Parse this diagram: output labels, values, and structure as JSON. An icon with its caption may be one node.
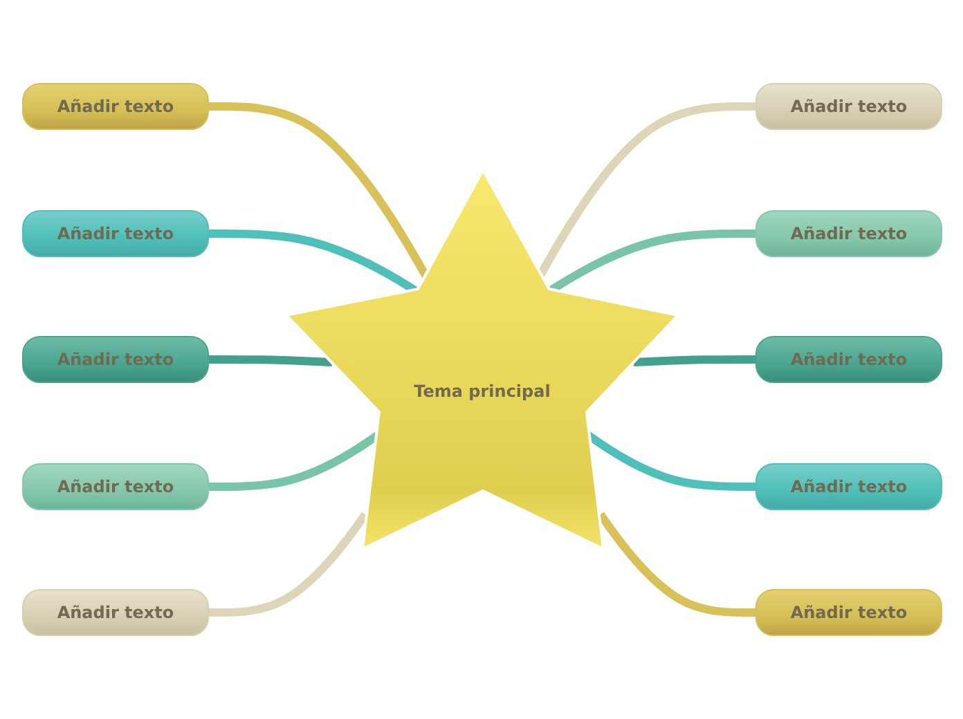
{
  "diagram": {
    "nodes": [
      {
        "text": [
          "Tema principal"
        ]
      },
      {
        "text": [
          "Añadir texto"
        ]
      },
      {
        "text": [
          "Añadir texto"
        ]
      },
      {
        "text": [
          "Añadir texto"
        ]
      },
      {
        "text": [
          "Añadir texto"
        ]
      },
      {
        "text": [
          "Añadir texto"
        ]
      },
      {
        "text": [
          "Añadir texto"
        ]
      },
      {
        "text": [
          "Añadir texto"
        ]
      },
      {
        "text": [
          "Añadir texto"
        ]
      },
      {
        "text": [
          "Añadir texto"
        ]
      },
      {
        "text": [
          "Añadir texto"
        ]
      }
    ],
    "edges": [
      {
        "from": 0,
        "to": 1,
        "arrow": "none",
        "color": "#d9c15a"
      },
      {
        "from": 0,
        "to": 2,
        "arrow": "none",
        "color": "#4fbfb9"
      },
      {
        "from": 0,
        "to": 3,
        "arrow": "none",
        "color": "#42a08c"
      },
      {
        "from": 0,
        "to": 4,
        "arrow": "none",
        "color": "#77c4a6"
      },
      {
        "from": 0,
        "to": 5,
        "arrow": "none",
        "color": "#ddd5b8"
      },
      {
        "from": 0,
        "to": 6,
        "arrow": "none",
        "color": "#ddd5b8"
      },
      {
        "from": 0,
        "to": 7,
        "arrow": "none",
        "color": "#77c4a6"
      },
      {
        "from": 0,
        "to": 8,
        "arrow": "none",
        "color": "#42a08c"
      },
      {
        "from": 0,
        "to": 9,
        "arrow": "none",
        "color": "#4fbfb9"
      },
      {
        "from": 0,
        "to": 10,
        "arrow": "none",
        "color": "#d9c15a"
      }
    ]
  }
}
